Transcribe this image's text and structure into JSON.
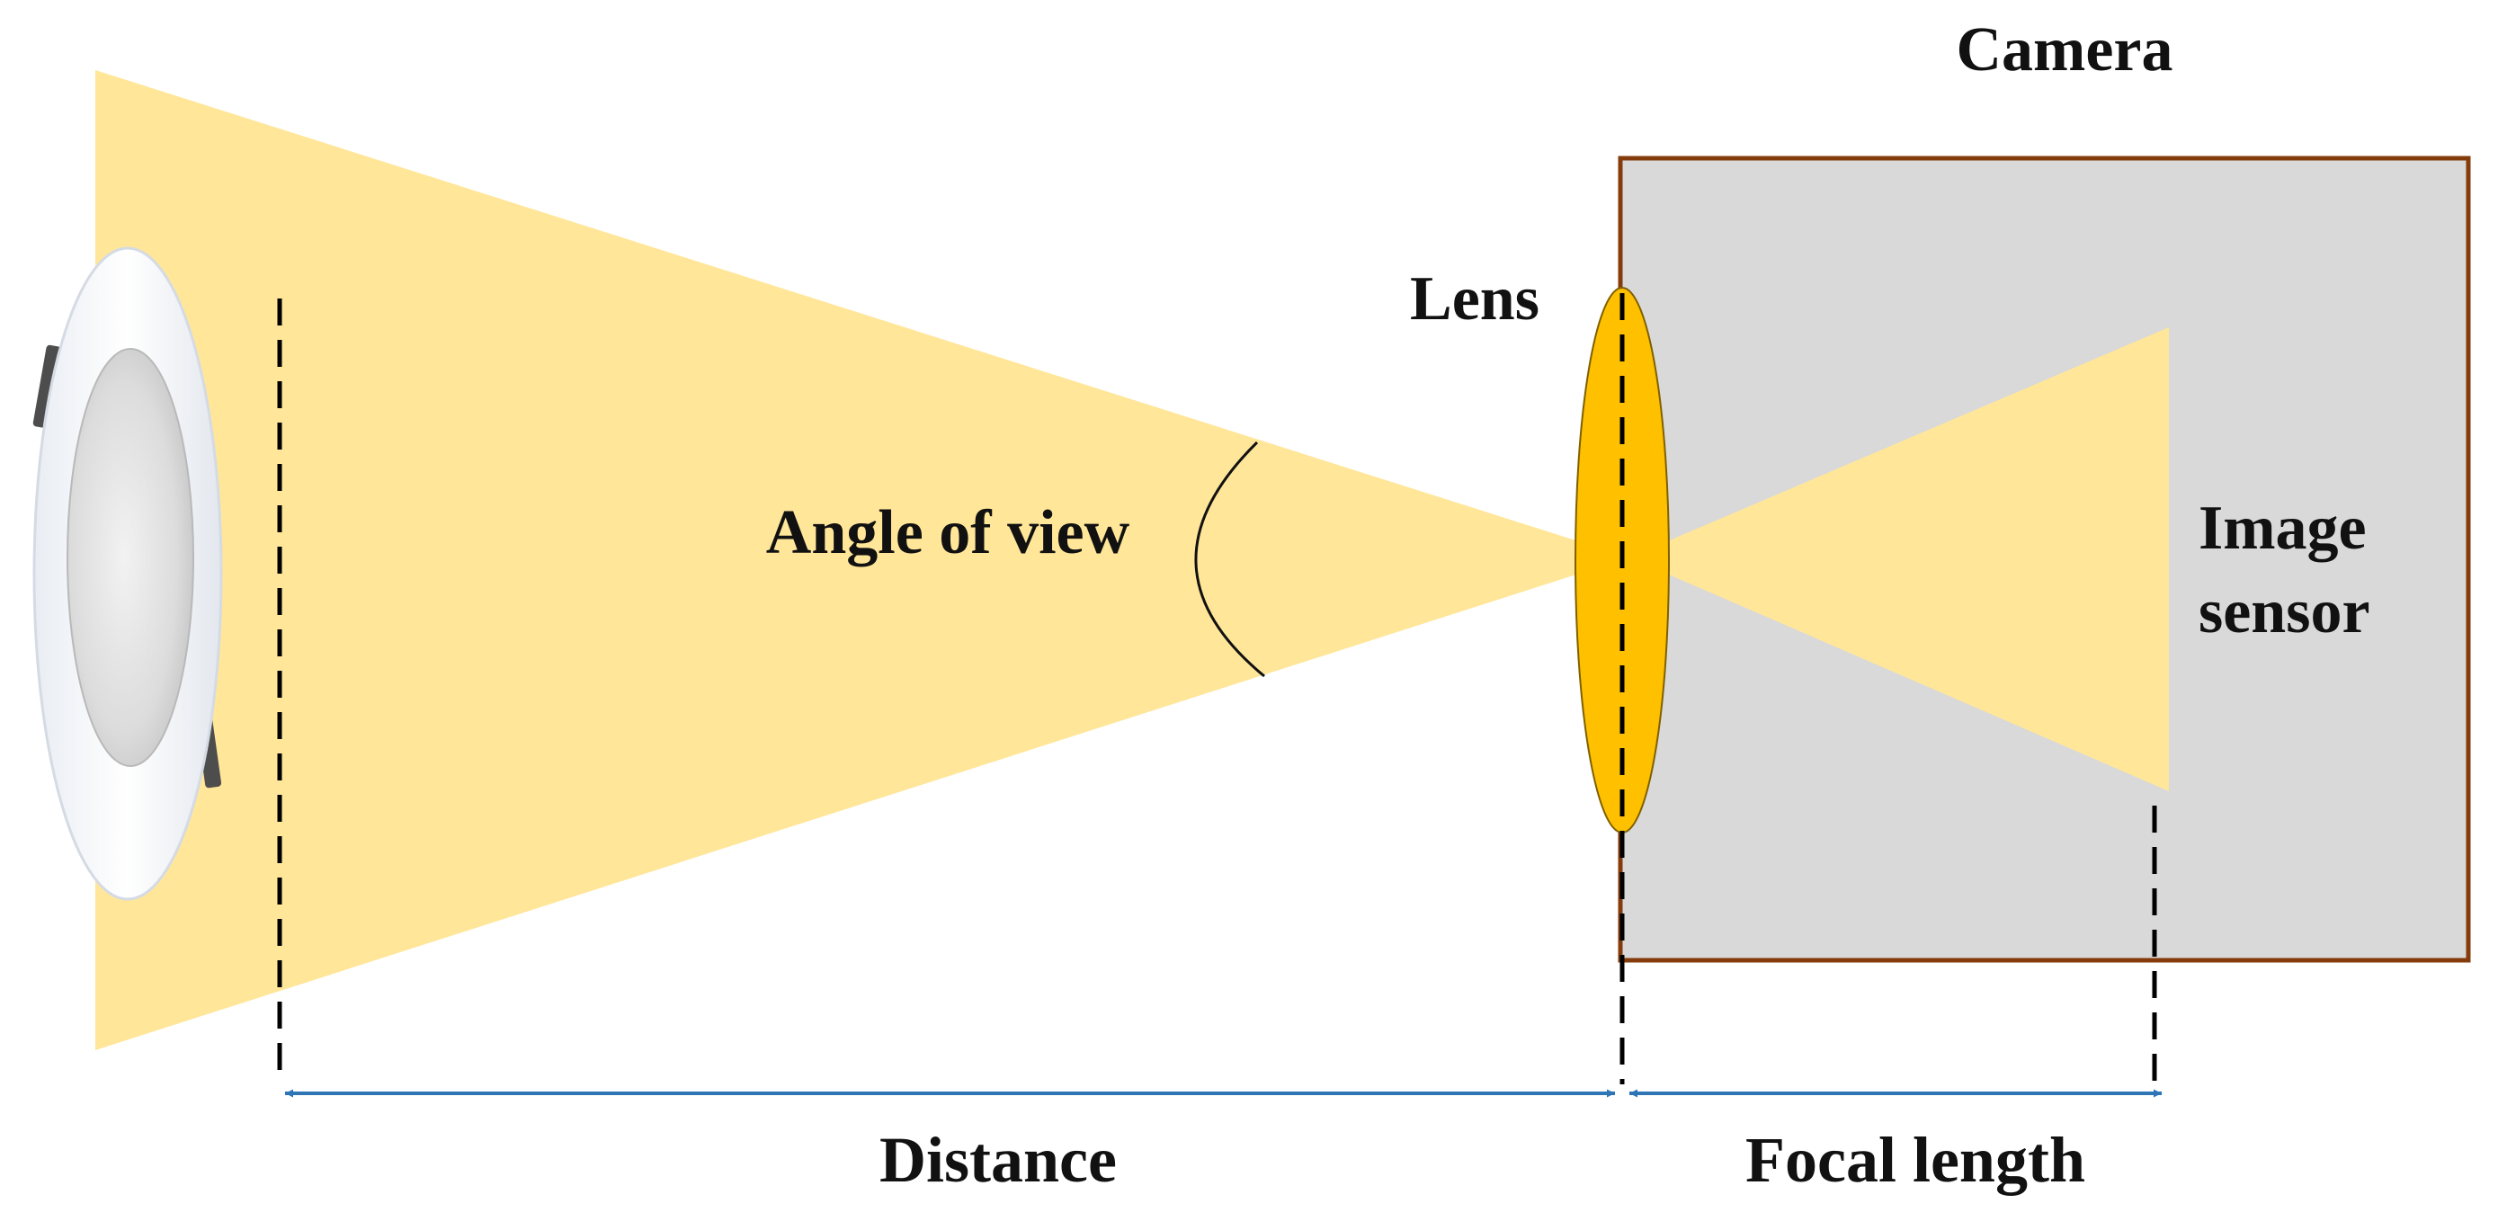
{
  "labels": {
    "camera": "Camera",
    "lens": "Lens",
    "angle_of_view": "Angle of view",
    "image_sensor_line1": "Image",
    "image_sensor_line2": "sensor",
    "distance": "Distance",
    "focal_length": "Focal length"
  },
  "colors": {
    "light_cone": "#FFE699",
    "lens_fill": "#FFC000",
    "camera_body_fill": "#D9D9D9",
    "camera_body_border": "#843C0C",
    "dimension_arrow": "#2E75B6",
    "dashed_guide": "#000000"
  },
  "icons": {
    "object": "downlight-fixture-icon"
  }
}
